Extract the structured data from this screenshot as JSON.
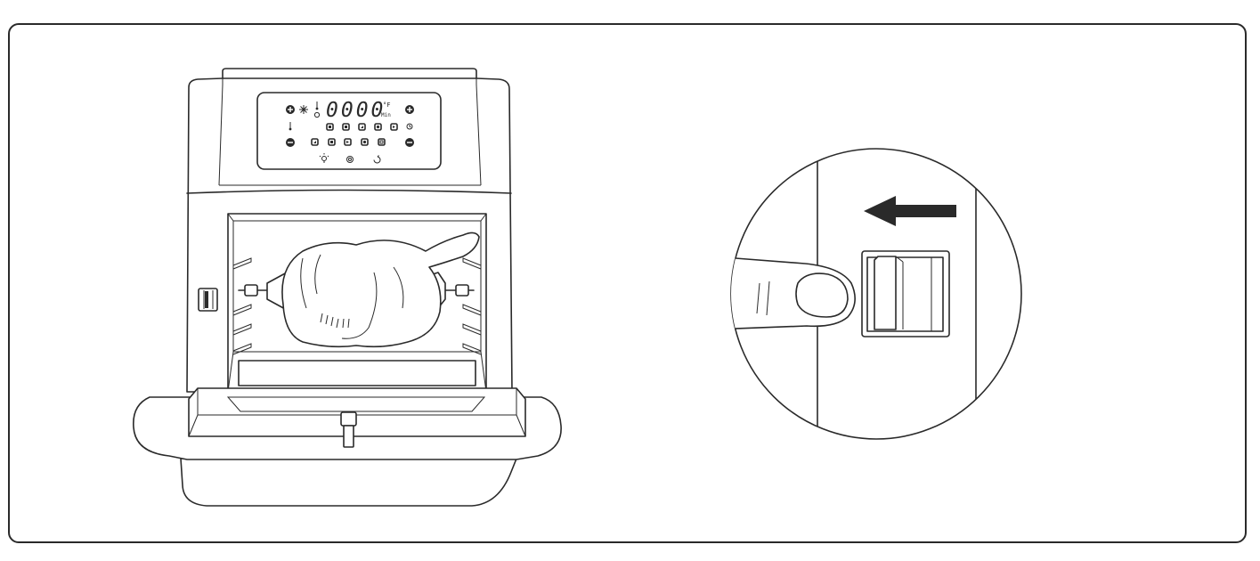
{
  "display": {
    "digits": "0000",
    "unit_temp": "°F",
    "unit_time": "Min"
  },
  "colors": {
    "ink": "#2a2a2a",
    "background": "#ffffff"
  },
  "icons": {
    "arrow": "arrow-left-icon",
    "plus": "plus-icon",
    "minus": "minus-icon",
    "fan": "fan-icon",
    "light": "light-icon",
    "rotate": "rotate-icon",
    "power": "power-icon"
  }
}
